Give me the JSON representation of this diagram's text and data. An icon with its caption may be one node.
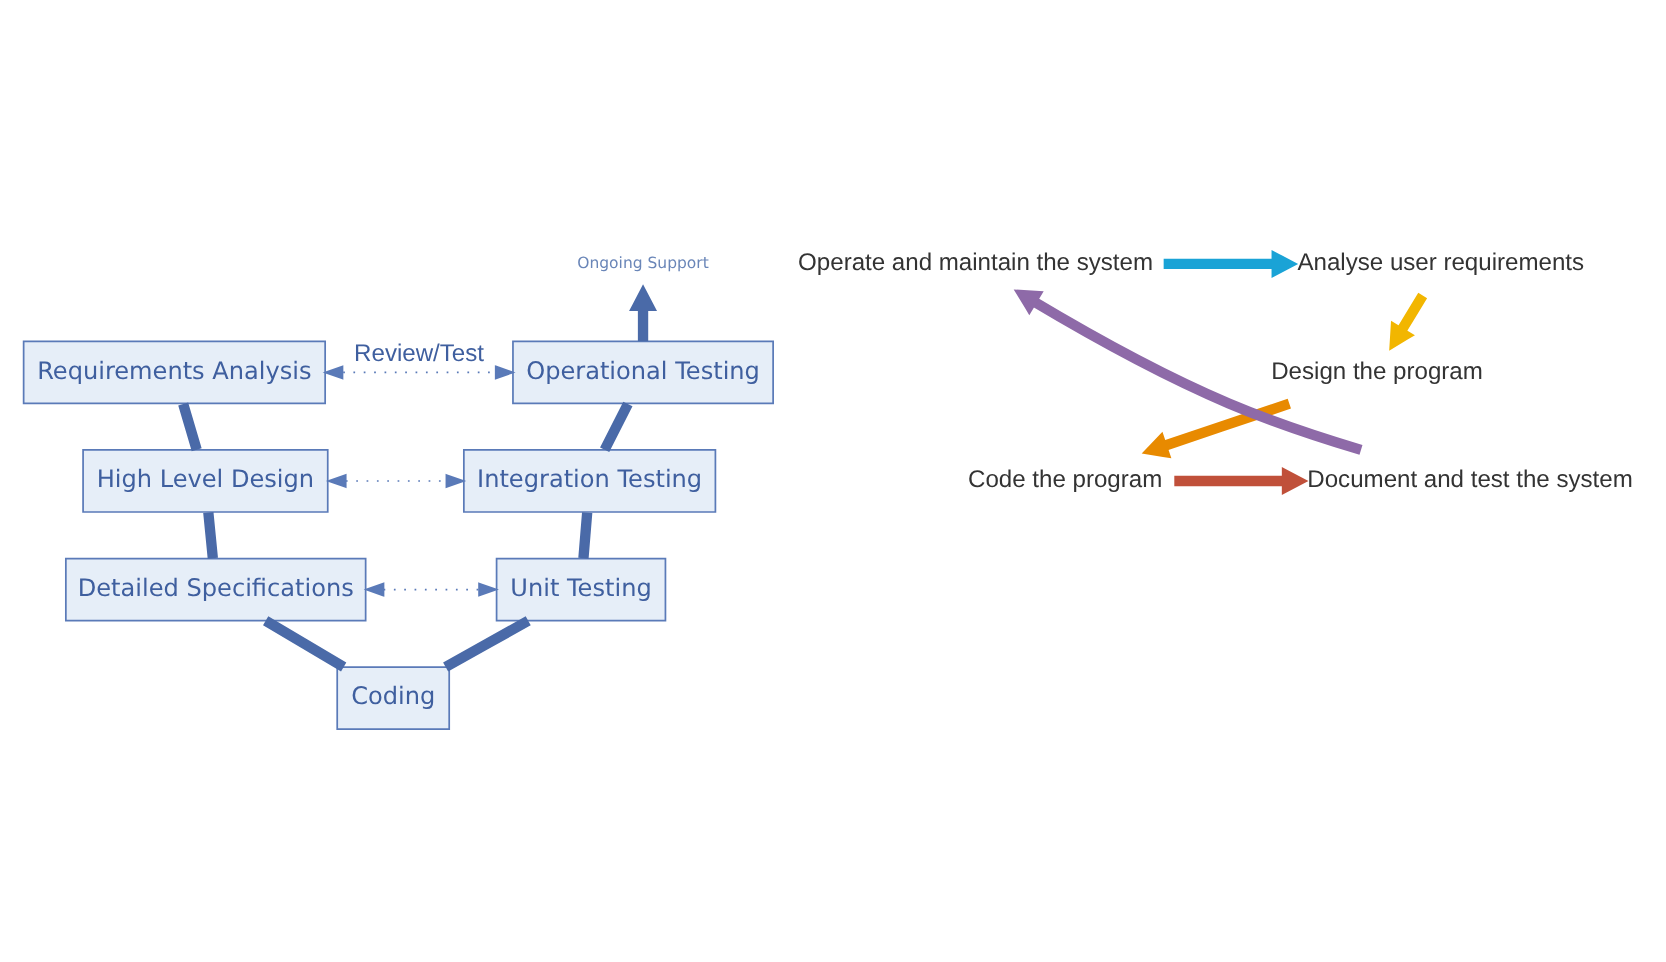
{
  "diagram": {
    "nodes": [
      {
        "text": [
          "Requirements Analysis"
        ]
      },
      {
        "text": [
          "High Level Design"
        ]
      },
      {
        "text": [
          "Detailed Specifications"
        ]
      },
      {
        "text": [
          "Coding"
        ]
      },
      {
        "text": [
          "Unit Testing"
        ]
      },
      {
        "text": [
          "Integration Testing"
        ]
      },
      {
        "text": [
          "Operational Testing"
        ]
      },
      {
        "text": [
          "Ongoing Support"
        ]
      },
      {
        "text": [
          "Operate and maintain the system"
        ]
      },
      {
        "text": [
          "Analyse user requirements"
        ]
      },
      {
        "text": [
          "Design the program"
        ]
      },
      {
        "text": [
          "Code the program"
        ]
      },
      {
        "text": [
          "Document and test the system"
        ]
      }
    ],
    "edges": [
      {
        "from": 0,
        "to": 1,
        "arrow": "none"
      },
      {
        "from": 1,
        "to": 2,
        "arrow": "none"
      },
      {
        "from": 2,
        "to": 3,
        "arrow": "none"
      },
      {
        "from": 4,
        "to": 3,
        "arrow": "none"
      },
      {
        "from": 5,
        "to": 4,
        "arrow": "none"
      },
      {
        "from": 6,
        "to": 5,
        "arrow": "none"
      },
      {
        "from": 6,
        "to": 7,
        "arrow": "to"
      },
      {
        "from": 0,
        "to": 6,
        "arrow": "both",
        "style": "dashed",
        "label": "Review/Test"
      },
      {
        "from": 1,
        "to": 5,
        "arrow": "both",
        "style": "dashed"
      },
      {
        "from": 2,
        "to": 4,
        "arrow": "both",
        "style": "dashed"
      },
      {
        "from": 8,
        "to": 9,
        "arrow": "to",
        "color": "#1aa3d6"
      },
      {
        "from": 9,
        "to": 10,
        "arrow": "to",
        "color": "#f2b600"
      },
      {
        "from": 10,
        "to": 11,
        "arrow": "to",
        "color": "#e88a00"
      },
      {
        "from": 11,
        "to": 12,
        "arrow": "to",
        "color": "#c0503a"
      },
      {
        "from": 12,
        "to": 8,
        "arrow": "to",
        "color": "#8e6aa8"
      }
    ]
  }
}
